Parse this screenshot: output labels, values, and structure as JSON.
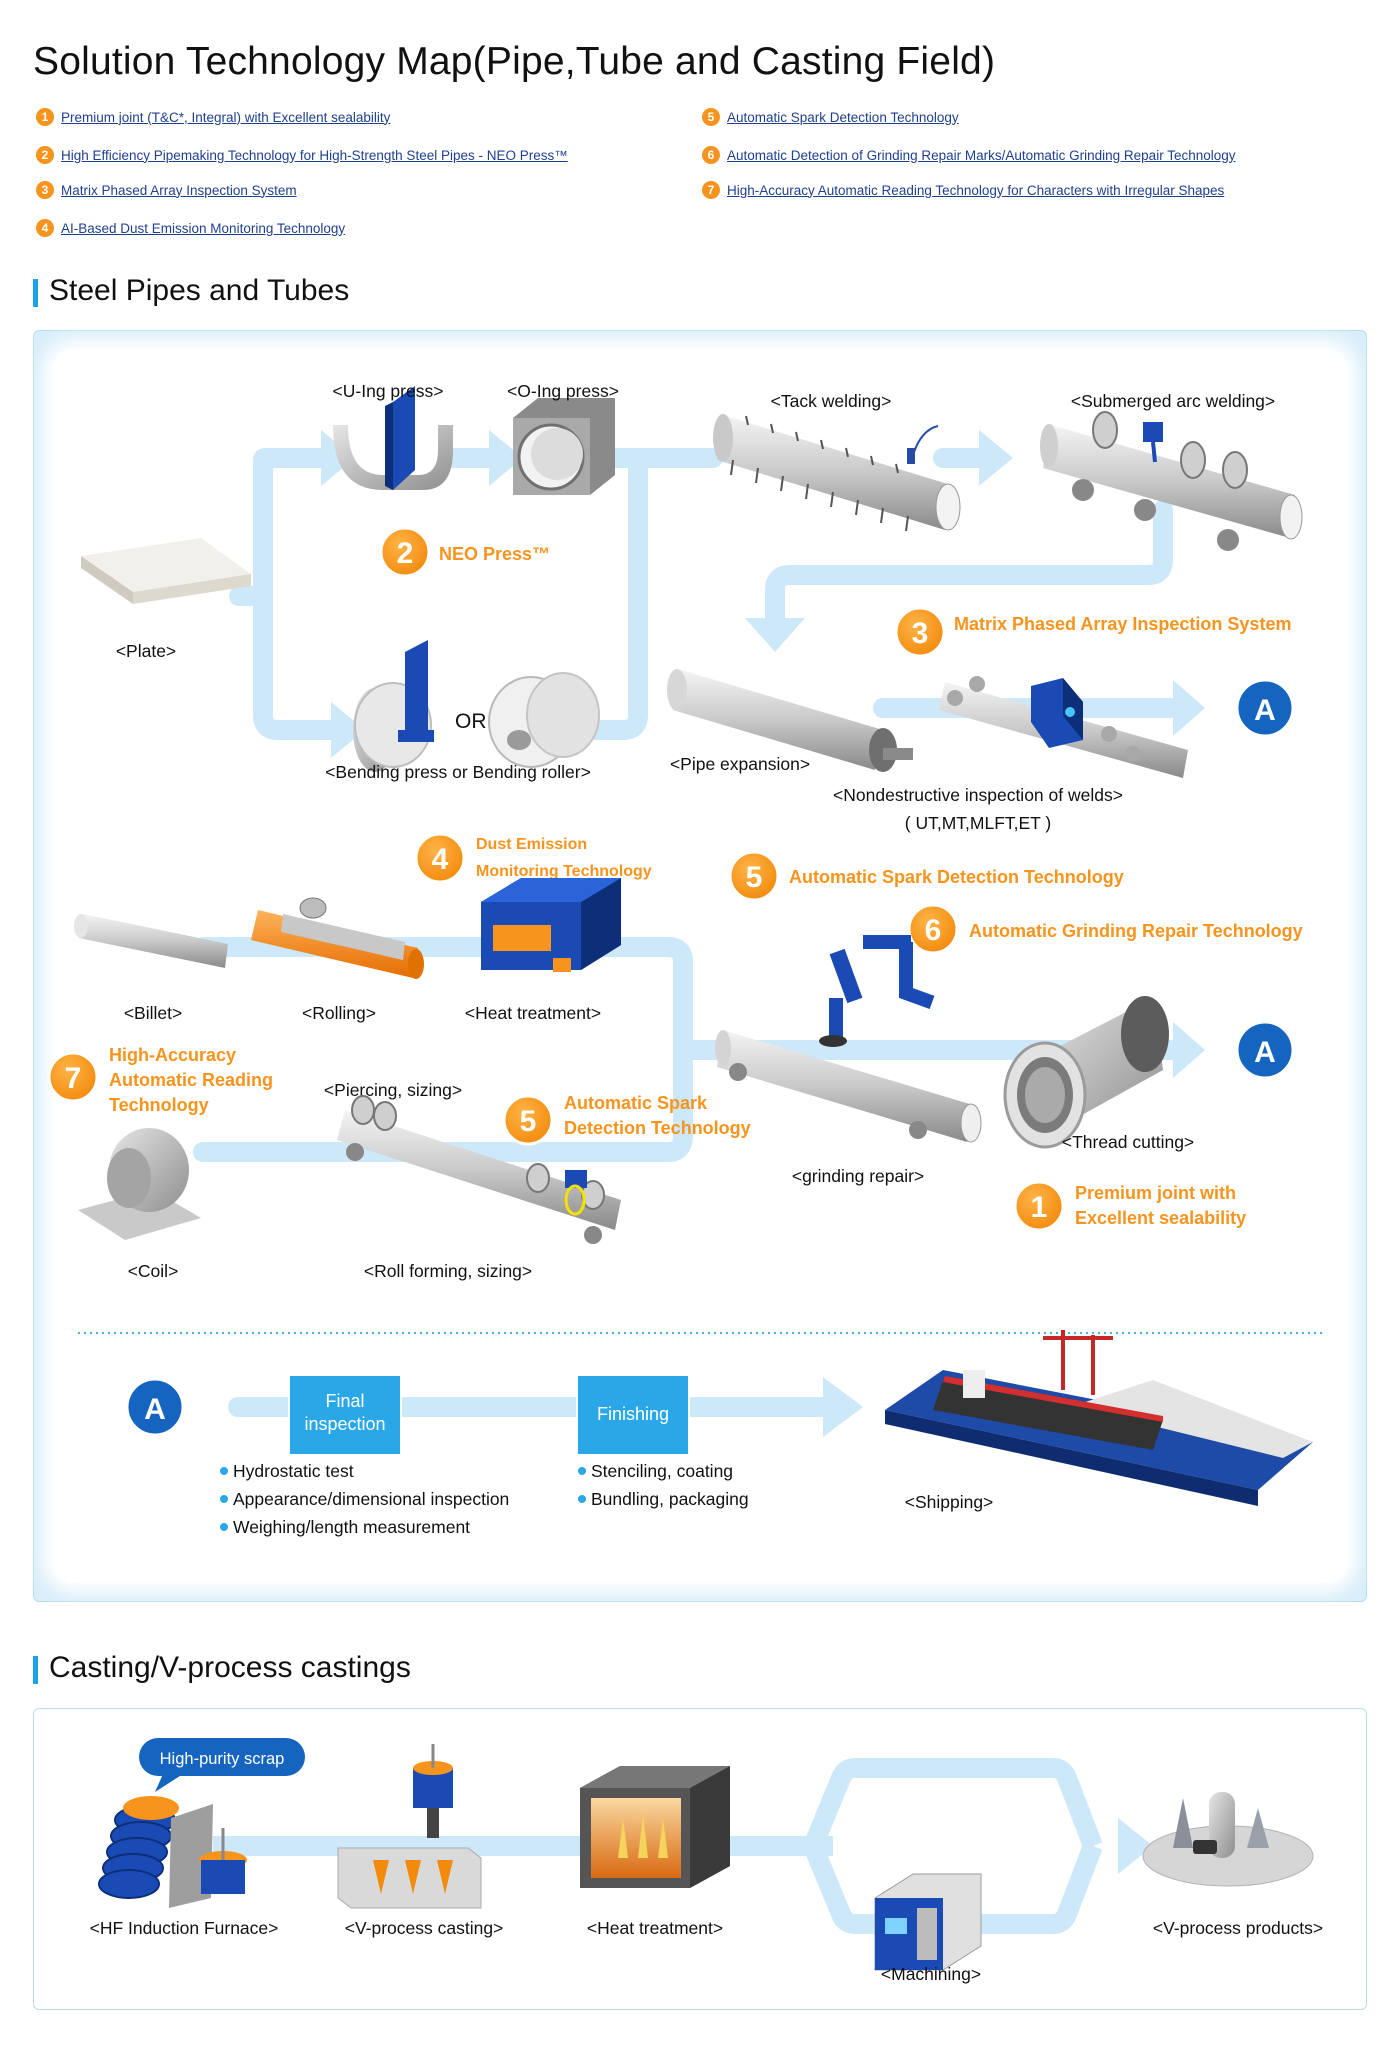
{
  "title": "Solution Technology Map(Pipe,Tube and Casting Field)",
  "legend": [
    {
      "num": "1",
      "label": "Premium joint (T&C*, Integral) with Excellent sealability"
    },
    {
      "num": "2",
      "label": "High Efficiency Pipemaking Technology for High-Strength Steel Pipes -  NEO Press™"
    },
    {
      "num": "3",
      "label": "Matrix Phased Array Inspection System"
    },
    {
      "num": "4",
      "label": "AI-Based Dust Emission Monitoring Technology"
    },
    {
      "num": "5",
      "label": "Automatic Spark Detection Technology"
    },
    {
      "num": "6",
      "label": "Automatic Detection of Grinding Repair Marks/Automatic Grinding Repair Technology"
    },
    {
      "num": "7",
      "label": " High-Accuracy Automatic Reading Technology for Characters with Irregular Shapes"
    }
  ],
  "sections": {
    "pipes": "Steel Pipes and Tubes",
    "casting": "Casting/V-process castings"
  },
  "pipes": {
    "plate": "<Plate>",
    "u_press": "<U-Ing press>",
    "o_press": "<O-Ing press>",
    "neo_num": "2",
    "neo_label": "NEO Press™",
    "or": "OR",
    "bending": "<Bending press or Bending roller>",
    "tack": "<Tack welding>",
    "saw": "<Submerged arc welding>",
    "mpa_num": "3",
    "mpa_label": "Matrix Phased Array Inspection System",
    "expansion": "<Pipe expansion>",
    "ndi": "<Nondestructive inspection of welds>",
    "ndi_methods": "( UT,MT,MLFT,ET )",
    "a": "A",
    "dust_num": "4",
    "dust_l1": "Dust Emission",
    "dust_l2": "Monitoring Technology",
    "spark_num": "5",
    "spark_label": "Automatic Spark Detection Technology",
    "grind_num": "6",
    "grind_label": "Automatic Grinding Repair Technology",
    "billet": "<Billet>",
    "rolling": "<Rolling>",
    "heat": "<Heat treatment>",
    "ocr_num": "7",
    "ocr_l1": "High-Accuracy",
    "ocr_l2": "Automatic Reading",
    "ocr_l3": "Technology",
    "piercing": "<Piercing, sizing>",
    "spark2_num": "5",
    "spark2_l1": "Automatic Spark",
    "spark2_l2": "Detection Technology",
    "grinding": "<grinding repair>",
    "thread": "<Thread cutting>",
    "premium_num": "1",
    "premium_l1": "Premium joint with",
    "premium_l2": "Excellent sealability",
    "coil": "<Coil>",
    "roll_forming": "<Roll forming, sizing>",
    "final_l1": "Final",
    "final_l2": "inspection",
    "finishing": "Finishing",
    "final_items": [
      "Hydrostatic test",
      "Appearance/dimensional inspection",
      "Weighing/length measurement"
    ],
    "finish_items": [
      "Stenciling, coating",
      "Bundling, packaging"
    ],
    "shipping": "<Shipping>"
  },
  "casting": {
    "scrap": "High-purity scrap",
    "furnace": "<HF Induction Furnace>",
    "vcast": "<V-process casting>",
    "heat": "<Heat treatment>",
    "machining": "<Machining>",
    "products": "<V-process products>"
  },
  "colors": {
    "accent_orange": "#f7941d",
    "flow_blue": "#cde8f8",
    "badge_blue": "#1565c0",
    "box_blue": "#2aa7e6",
    "link_blue": "#1f3f8f"
  }
}
